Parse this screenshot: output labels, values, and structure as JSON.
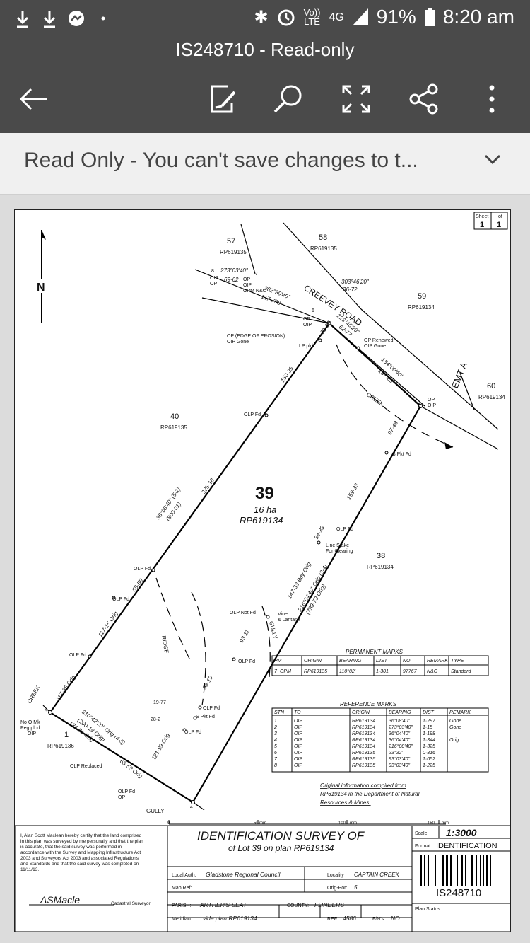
{
  "status_bar": {
    "left_icons": [
      "download-icon",
      "download-icon",
      "messenger-icon",
      "dot-icon"
    ],
    "volte_line1": "Vo))",
    "volte_line2": "LTE",
    "network": "4G",
    "battery": "91%",
    "time": "8:20 am"
  },
  "app_bar": {
    "title": "IS248710 - Read-only",
    "icons": [
      "back-arrow-icon",
      "edit-document-icon",
      "search-icon",
      "fullscreen-icon",
      "share-icon",
      "more-icon"
    ]
  },
  "info_bar": {
    "message": "Read Only - You can't save changes to t..."
  },
  "plan": {
    "sheet_label": "Sheet",
    "of_label": "of",
    "sheet_no": "1",
    "sheet_of": "1",
    "north": "N",
    "lot_number": "39",
    "lot_area": "16 ha",
    "lot_plan": "RP619134",
    "road_name": "CREEVEY ROAD",
    "emt": "EMT A",
    "labels": {
      "lot57": "57",
      "lot57_plan": "RP619135",
      "lot58": "58",
      "lot58_plan": "RP619135",
      "lot59": "59",
      "lot59_plan": "RP619134",
      "lot60": "60",
      "lot60_plan": "RP619134",
      "lot40": "40",
      "lot40_plan": "RP619135",
      "lot38": "38",
      "lot38_plan": "RP619134",
      "lot1": "1",
      "lot1_plan": "RP619136",
      "creek": "CREEK",
      "creek2": "CREEK",
      "ridge": "RIDGE",
      "gully": "GULLY",
      "gully2": "GULLY",
      "b_303": "303°46'20\"",
      "d_3672": "36·72",
      "b_273": "273°03'40\"",
      "d_6962": "69·62",
      "b_302": "302°30'40\"",
      "d_117": "117·798",
      "b_123": "123°46'20\"",
      "d_6277": "62·77",
      "b_134": "134°00'40\"",
      "d_13723": "137·23",
      "d_9748": "97·48",
      "d_15933": "159·33",
      "d_3433": "34·33",
      "d_14733": "147·33 Bdy Orig",
      "b_216": "216°04'40\" Orig (3-4)",
      "d_799": "(799·73 Orig)",
      "d_9311": "93·11",
      "d_9819": "98·19",
      "d_12199": "121·99 Orig",
      "d_6558": "65·58 Orig",
      "b_310": "310°42'20\" Orig (4-5)",
      "d_200": "(200·19 Orig)",
      "d_13481": "134·81 Orig",
      "d_11738": "117·38 Orig",
      "d_11715": "117·15 Orig",
      "d_5859": "58·59",
      "d_32518": "325·18",
      "b_36": "36°08'40\" (5-1)",
      "d_800": "(800·01)",
      "d_15035": "150·35",
      "d_3136": "31·36",
      "olp_fd": "OLP Fd",
      "olp_not_fd": "OLP Not Fd",
      "spkt_fd": "S Pkt Fd",
      "lp_pld": "LP pld",
      "olp_replaced": "OLP Replaced",
      "op_erosion": "OP (EDGE OF EROSION)",
      "oip_gone": "OIP Gone",
      "op_renewed": "OP Renewed",
      "oip_gone2": "OIP Gone",
      "op": "OP",
      "oip": "OIP",
      "opm_nc": "OPM N&C",
      "line_stake": "Line Stake",
      "for_clearing": "For Clearing",
      "vine": "Vine",
      "lantana": "& Lantana",
      "no_o_mk": "No O Mk",
      "peg_plcd": "Peg plcd",
      "v_1977": "19·77",
      "v_282": "28·2",
      "pt8": "8",
      "pt7": "7",
      "pt6": "6",
      "pt2": "2",
      "pt3": "3",
      "pt5": "5",
      "pt4": "4"
    },
    "permanent_marks": {
      "title": "PERMANENT MARKS",
      "headers": [
        "PM",
        "ORIGIN",
        "BEARING",
        "DIST",
        "NO",
        "REMARK",
        "TYPE"
      ],
      "row": [
        "7~OPM",
        "RP619135",
        "110°02'",
        "1·301",
        "97767",
        "N&C",
        "Standard"
      ]
    },
    "reference_marks": {
      "title": "REFERENCE MARKS",
      "headers": [
        "STN",
        "TO",
        "ORIGIN",
        "BEARING",
        "DIST",
        "REMARK"
      ],
      "rows": [
        [
          "1",
          "OIP",
          "RP619134",
          "36°08'40\"",
          "1·297",
          "Gone"
        ],
        [
          "2",
          "OIP",
          "RP619134",
          "273°03'40\"",
          "1·15",
          "Gone"
        ],
        [
          "3",
          "OIP",
          "RP619134",
          "36°04'40\"",
          "1·198",
          ""
        ],
        [
          "4",
          "OIP",
          "RP619134",
          "36°04'40\"",
          "1·344",
          "Orig"
        ],
        [
          "5",
          "OIP",
          "RP619134",
          "216°08'40\"",
          "1·325",
          ""
        ],
        [
          "6",
          "OIP",
          "RP619135",
          "23°32'",
          "0·816",
          ""
        ],
        [
          "7",
          "OIP",
          "RP619135",
          "93°03'40\"",
          "1·052",
          ""
        ],
        [
          "8",
          "OIP",
          "RP619135",
          "93°03'40\"",
          "1·225",
          ""
        ]
      ]
    },
    "original_info": [
      "Original information compiled from",
      "RP619134 in the Department of Natural",
      "Resources & Mines."
    ],
    "scale_bar": {
      "t0": "0",
      "t50": "50",
      "unit": "mm",
      "t100": "100",
      "t150": "150"
    },
    "certificate": [
      "I, Alan Scott Maclean hereby certify that the land comprised",
      "in this plan was surveyed by me personally and that the plan",
      "is accurate, that the said survey was performed in",
      "accordance with the Survey and Mapping Infrastructure Act",
      "2003 and Surveyors Act 2003 and associated Regulations",
      "and Standards and that the said survey was completed on",
      "11/11/13."
    ],
    "signature": "ASMacle",
    "cadastral_surveyor": "Cadastral Surveyor",
    "title1": "IDENTIFICATION SURVEY OF",
    "title2": "of Lot 39 on plan RP619134",
    "scale_label": "Scale:",
    "scale": "1:3000",
    "format_label": "Format:",
    "format": "IDENTIFICATION",
    "plan_no": "IS248710",
    "plan_status": "Plan Status:",
    "local_auth_label": "Local Auth:",
    "local_auth": "Gladstone Regional Council",
    "locality_label": "Locality",
    "locality": "CAPTAIN CREEK",
    "map_ref_label": "Map Ref:",
    "orig_por_label": "Orig-Por:",
    "orig_por": "5",
    "parish_label": "PARISH:",
    "parish": "ARTHER'S SEAT",
    "county_label": "COUNTY:",
    "county": "FLINDERS",
    "meridian_label": "Meridian:",
    "meridian": "vide plan RP619134",
    "ref_label": "REF",
    "ref": "4586",
    "fn_label": "F/N's:",
    "fn": "NO"
  }
}
